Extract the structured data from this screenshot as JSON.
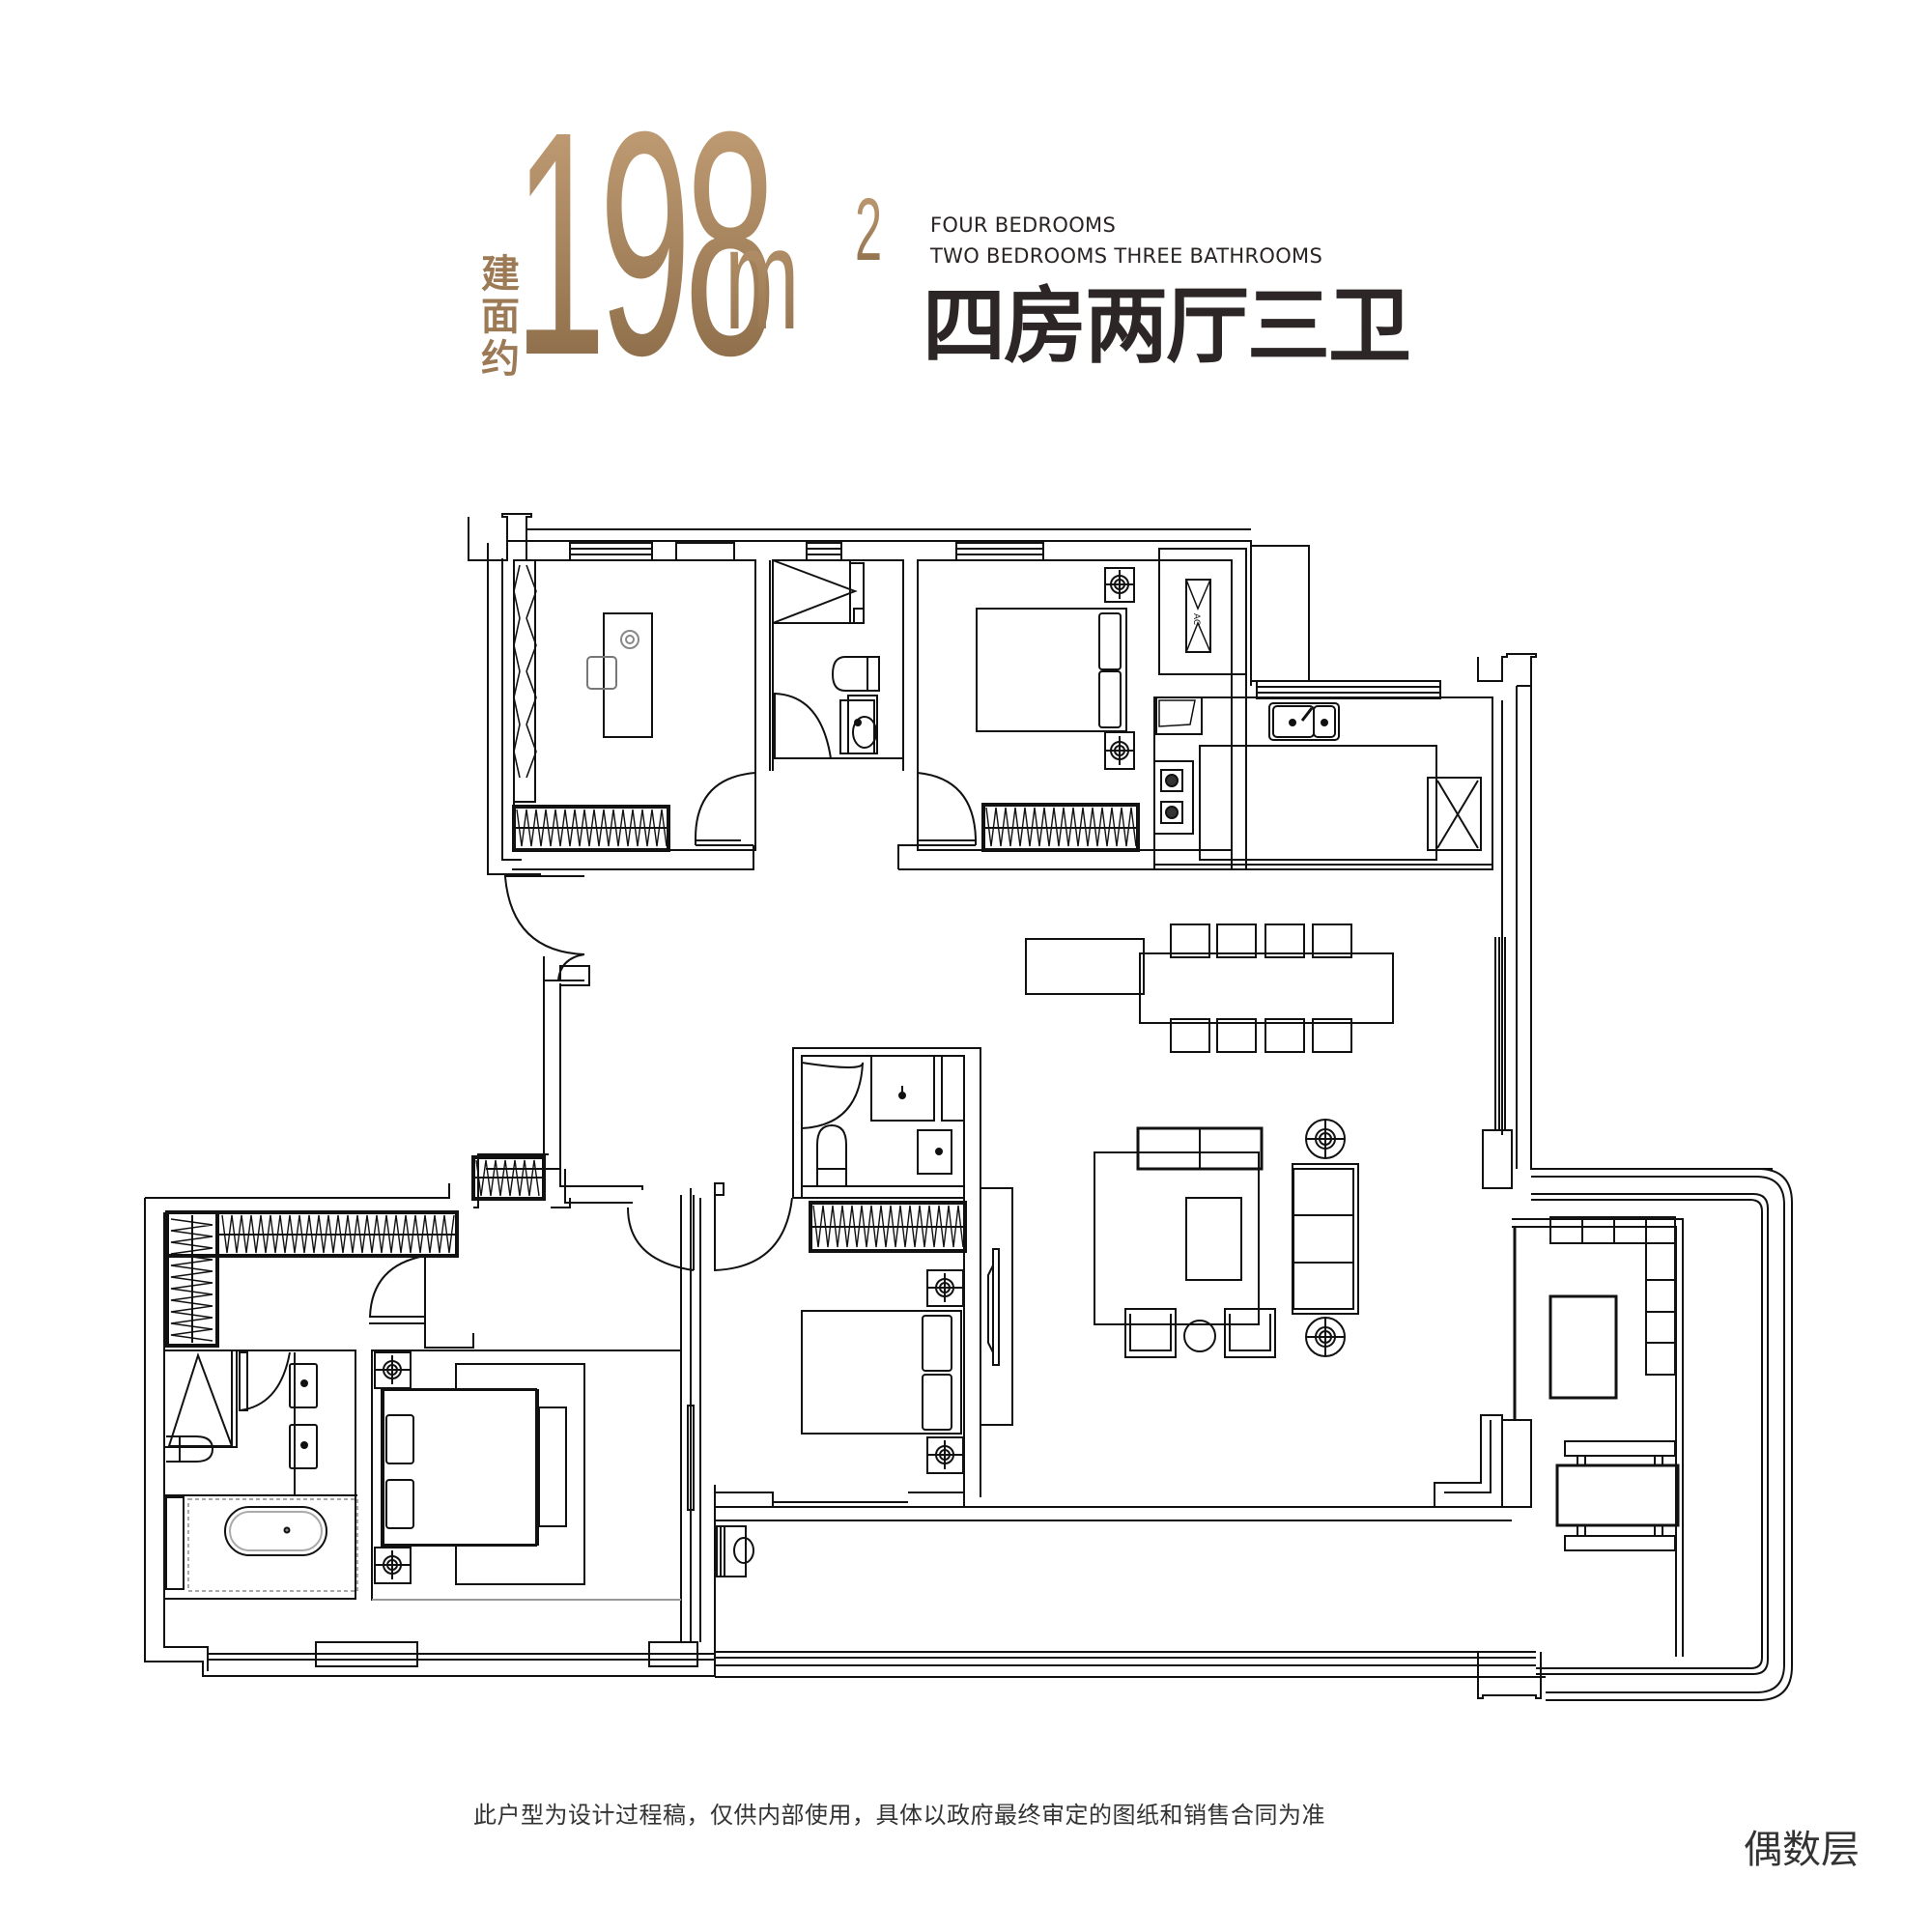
{
  "header": {
    "area_prefix": [
      "建",
      "面",
      "约"
    ],
    "area_value": "198",
    "area_unit": "m",
    "area_unit_superscript": "2",
    "english_line_1": "FOUR BEDROOMS",
    "english_line_2": "TWO BEDROOMS  THREE BATHROOMS",
    "layout_title": "四房两厅三卫",
    "accent_color": "#a9875f",
    "title_color": "#2d2626"
  },
  "floor_plan": {
    "appliance_labels": {
      "ac_unit": "AC"
    },
    "rooms": [
      {
        "id": "study-bedroom-nw",
        "furniture": [
          "wardrobe",
          "desk",
          "chair",
          "lamp",
          "folding-doors"
        ]
      },
      {
        "id": "bathroom-north",
        "furniture": [
          "shower",
          "toilet",
          "washbasin"
        ]
      },
      {
        "id": "bedroom-north",
        "furniture": [
          "double-bed",
          "nightstands",
          "wardrobe"
        ]
      },
      {
        "id": "ac-platform",
        "furniture": [
          "ac-unit"
        ]
      },
      {
        "id": "kitchen",
        "furniture": [
          "double-sink",
          "stove",
          "fridge",
          "counter"
        ]
      },
      {
        "id": "dining",
        "furniture": [
          "dining-table",
          "8-chairs",
          "sideboard"
        ]
      },
      {
        "id": "living",
        "furniture": [
          "3-seat-sofa",
          "loveseat",
          "armchairs",
          "coffee-table",
          "floor-lamps"
        ]
      },
      {
        "id": "bathroom-center",
        "furniture": [
          "toilet",
          "washbasin",
          "shower"
        ]
      },
      {
        "id": "bedroom-center",
        "furniture": [
          "double-bed",
          "nightstands",
          "wardrobe",
          "tv"
        ]
      },
      {
        "id": "master-bedroom",
        "furniture": [
          "king-bed",
          "nightstands",
          "bench",
          "tv"
        ]
      },
      {
        "id": "master-closet",
        "furniture": [
          "l-shaped-wardrobe"
        ]
      },
      {
        "id": "master-bathroom",
        "furniture": [
          "shower",
          "toilet",
          "double-vanity",
          "bathtub"
        ]
      },
      {
        "id": "balcony-south",
        "furniture": [
          "washing-machine"
        ]
      },
      {
        "id": "terrace-east",
        "furniture": [
          "l-shaped-sofa",
          "coffee-table",
          "dining-table",
          "benches"
        ]
      }
    ]
  },
  "footer": {
    "disclaimer": "此户型为设计过程稿，仅供内部使用，具体以政府最终审定的图纸和销售合同为准",
    "floor_label": "偶数层"
  }
}
